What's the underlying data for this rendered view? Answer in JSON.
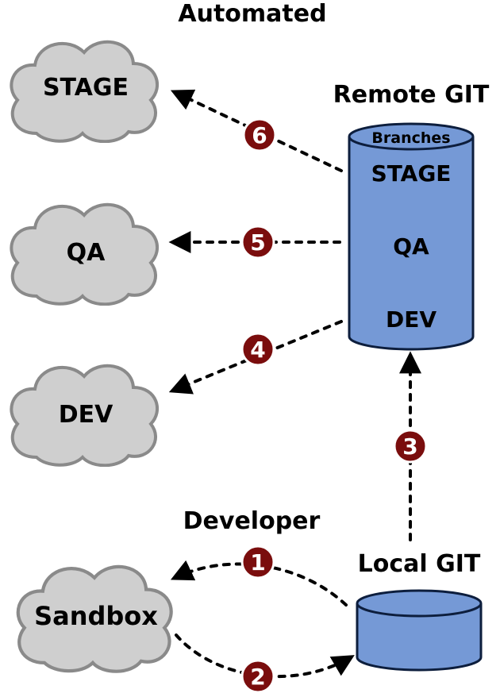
{
  "labels": {
    "automated": "Automated",
    "remote_git": "Remote GIT",
    "developer": "Developer",
    "local_git": "Local GIT"
  },
  "clouds": {
    "stage": "STAGE",
    "qa": "QA",
    "dev": "DEV",
    "sandbox": "Sandbox"
  },
  "remote_repo": {
    "header": "Branches",
    "branches": [
      "STAGE",
      "QA",
      "DEV"
    ]
  },
  "steps": [
    "1",
    "2",
    "3",
    "4",
    "5",
    "6"
  ],
  "colors": {
    "cloud_fill": "#cfcfcf",
    "cloud_stroke": "#8a8a8a",
    "cylinder_fill": "#7599d6",
    "cylinder_stroke": "#0d1e3d",
    "step_fill": "#7a0d0d",
    "arrow": "#000000"
  }
}
